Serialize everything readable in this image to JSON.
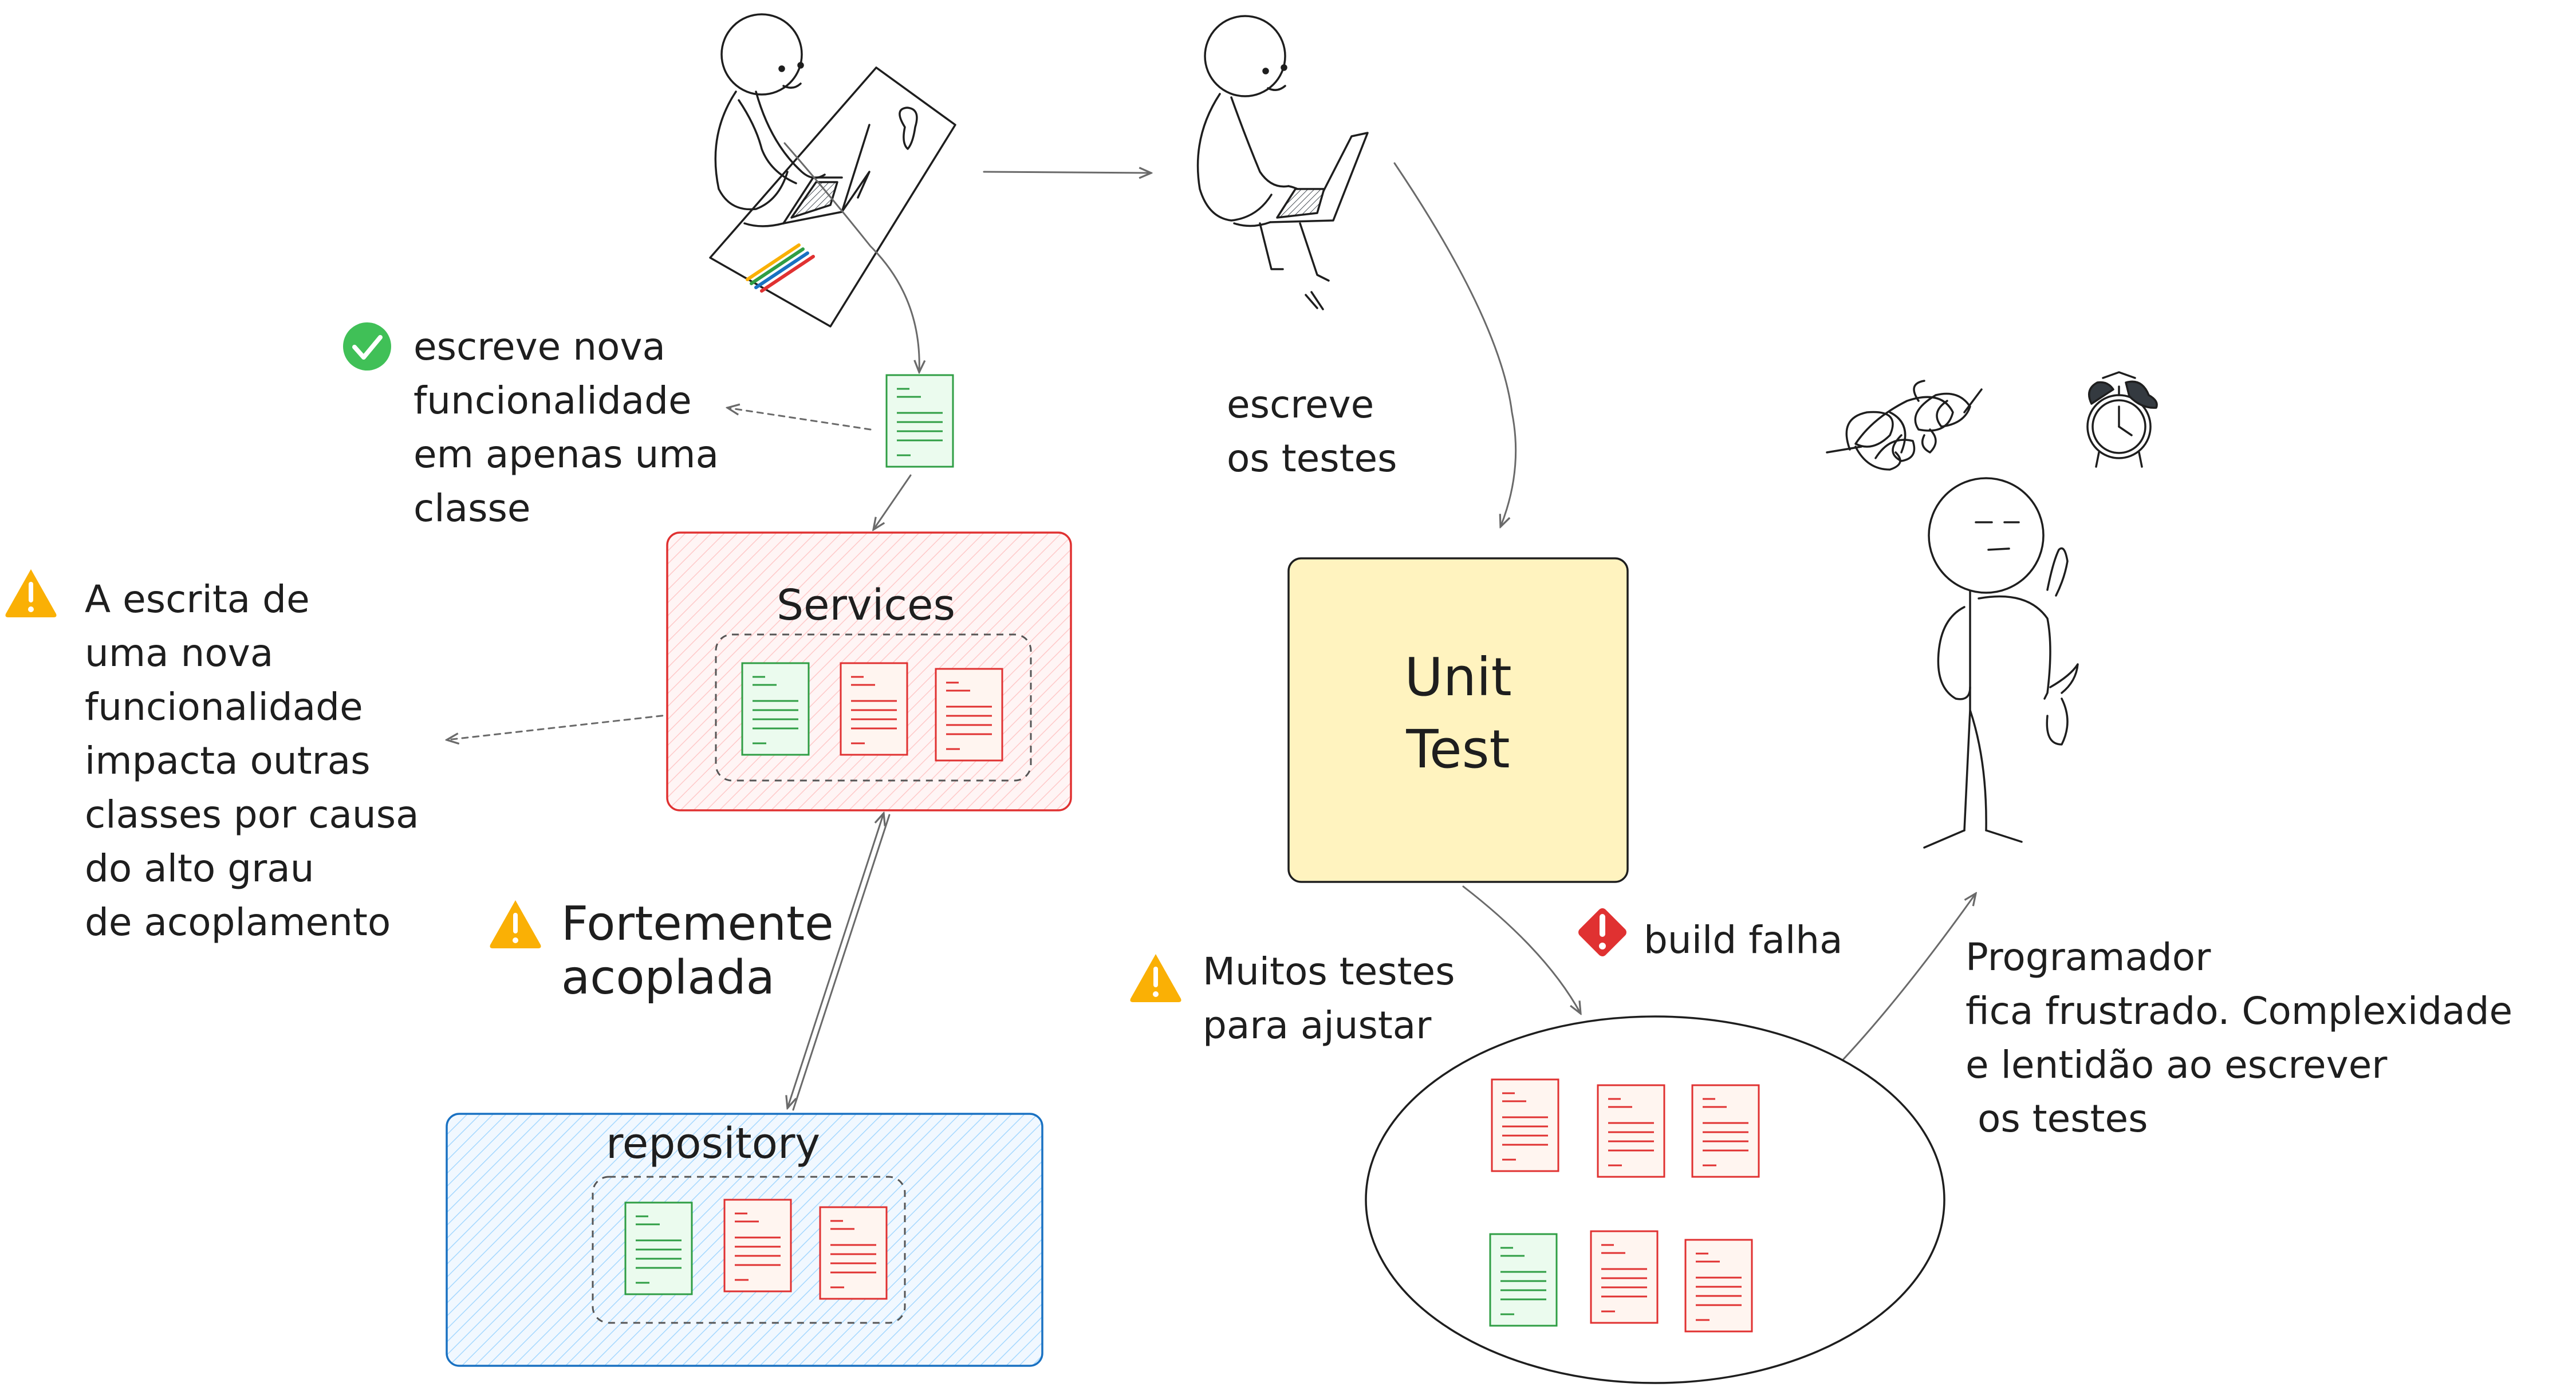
{
  "notes": {
    "escreve_nova": "escreve nova\nfuncionalidade\nem apenas uma\nclasse",
    "impacto": "A escrita de\numa nova\nfuncionalidade\nimpacta outras\nclasses por causa\ndo alto grau\nde acoplamento",
    "fortemente": "Fortemente\nacoplada",
    "escreve_testes": "escreve\nos testes",
    "build_falha": "build falha",
    "muitos_testes": "Muitos testes\npara ajustar",
    "programador": "Programador\nfica frustrado. Complexidade\ne lentidão ao escrever\n os testes"
  },
  "boxes": {
    "services": "Services",
    "repository": "repository",
    "unit_test": "Unit\nTest"
  },
  "icons": {
    "check": "check-circle-icon",
    "warning": "warning-icon",
    "error": "error-diamond-icon"
  },
  "colors": {
    "services_stroke": "#e03131",
    "services_fill": "#ffc9c9",
    "repository_stroke": "#1971c2",
    "repository_fill": "#a5d8ff",
    "unit_test_fill": "#fff3bf",
    "doc_green": "#2f9e44",
    "doc_red": "#e03131",
    "check": "#40c057",
    "warning": "#fab005",
    "error": "#e03131"
  }
}
